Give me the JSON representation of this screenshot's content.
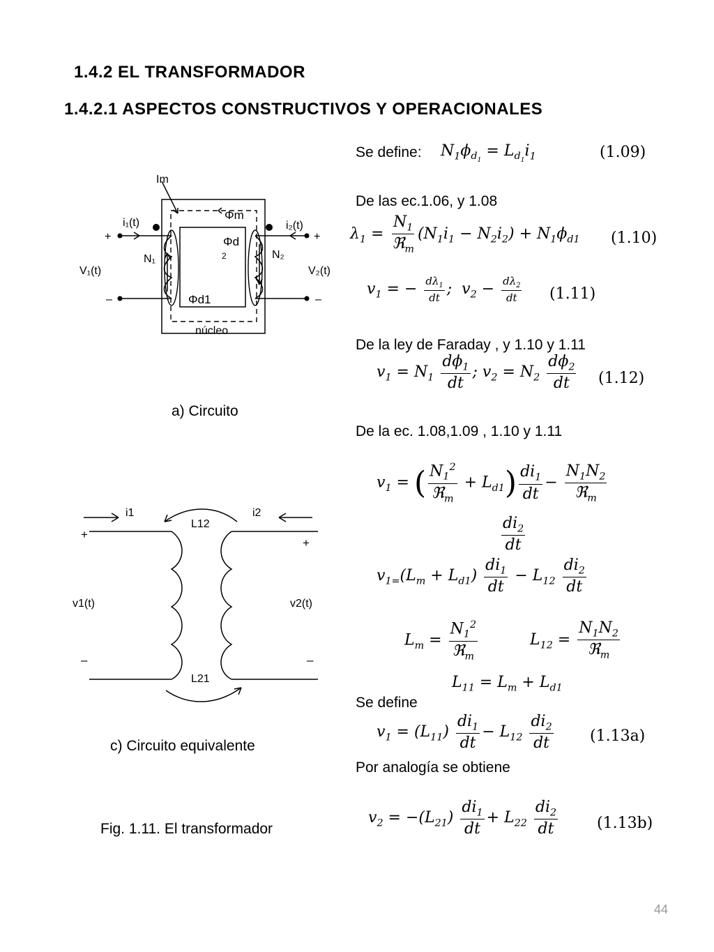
{
  "headings": {
    "section": "1.4.2 EL TRANSFORMADOR",
    "subsection": "1.4.2.1 ASPECTOS CONSTRUCTIVOS Y OPERACIONALES"
  },
  "figure_a": {
    "caption": "a) Circuito",
    "labels": {
      "im": "Im",
      "i1": "i₁(t)",
      "i2": "i₂(t)",
      "plus": "+",
      "minus": "–",
      "v1": "V₁(t)",
      "v2": "V₂(t)",
      "n1": "N₁",
      "n2": "N₂",
      "phim": "Φm",
      "phid": "Φd",
      "two": "2",
      "phid1": "Φd1",
      "nucleo": "núcleo"
    }
  },
  "figure_c": {
    "caption": "c) Circuito equivalente",
    "labels": {
      "i1": "i1",
      "i2": "i2",
      "l12": "L12",
      "l21": "L21",
      "plus": "+",
      "minus": "–",
      "v1": "v1(t)",
      "v2": "v2(t)"
    }
  },
  "figure_caption": "Fig. 1.11. El transformador",
  "text": {
    "se_define_1": "Se define:",
    "de_las": "De  las ec.1.06,  y 1.08",
    "de_la_ley": "De  la ley  de Faraday , y 1.10 y 1.11",
    "de_la_ec": "De  la  ec. 1.08,1.09 , 1.10 y 1.11",
    "se_define_2": "Se define",
    "por_analogia": "Por analogía se obtiene"
  },
  "equation_numbers": {
    "e109": "(1.09)",
    "e110": "(1.10)",
    "e111": "(1.11)",
    "e112": "(1.12)",
    "e113a": "(1.13a)",
    "e113b": "(1.13b)"
  },
  "page_number": "44"
}
